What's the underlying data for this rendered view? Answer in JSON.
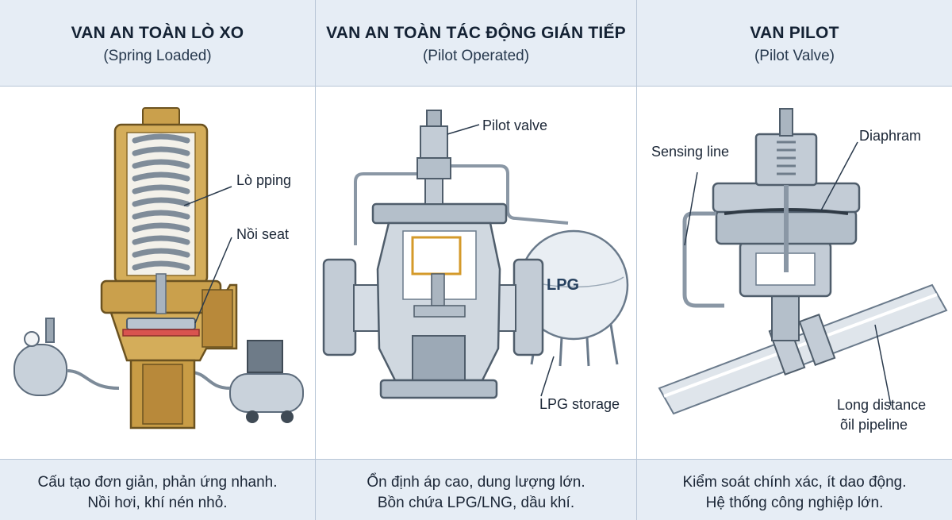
{
  "columns": [
    {
      "title": "VAN AN TOÀN LÒ XO",
      "subtitle": "(Spring Loaded)",
      "labels": {
        "spring": "Lò pping",
        "seat": "Nồi seat"
      },
      "description": [
        "Cấu tạo đơn giản, phản ứng nhanh.",
        "Nồi hơi, khí nén nhỏ."
      ]
    },
    {
      "title": "VAN AN TOÀN TÁC ĐỘNG GIÁN TIẾP",
      "subtitle": "(Pilot Operated)",
      "labels": {
        "pilot": "Pilot valve",
        "tank": "LPG",
        "storage": "LPG storage"
      },
      "description": [
        "Ổn định áp cao, dung lượng lớn.",
        "Bồn chứa LPG/LNG, dầu khí."
      ]
    },
    {
      "title": "VAN PILOT",
      "subtitle": "(Pilot Valve)",
      "labels": {
        "sensing": "Sensing line",
        "diaphragm": "Diaphram",
        "pipeline1": "Long distance",
        "pipeline2": "õil pipeline"
      },
      "description": [
        "Kiểm soát chính xác, ít dao động.",
        "Hệ thống công nghiệp lớn."
      ]
    }
  ],
  "colors": {
    "brass": "#c9a14a",
    "steel": "#b9c4cf",
    "header_bg": "#e6edf5",
    "seat_red": "#d9534f",
    "border": "#b8c6d6"
  }
}
